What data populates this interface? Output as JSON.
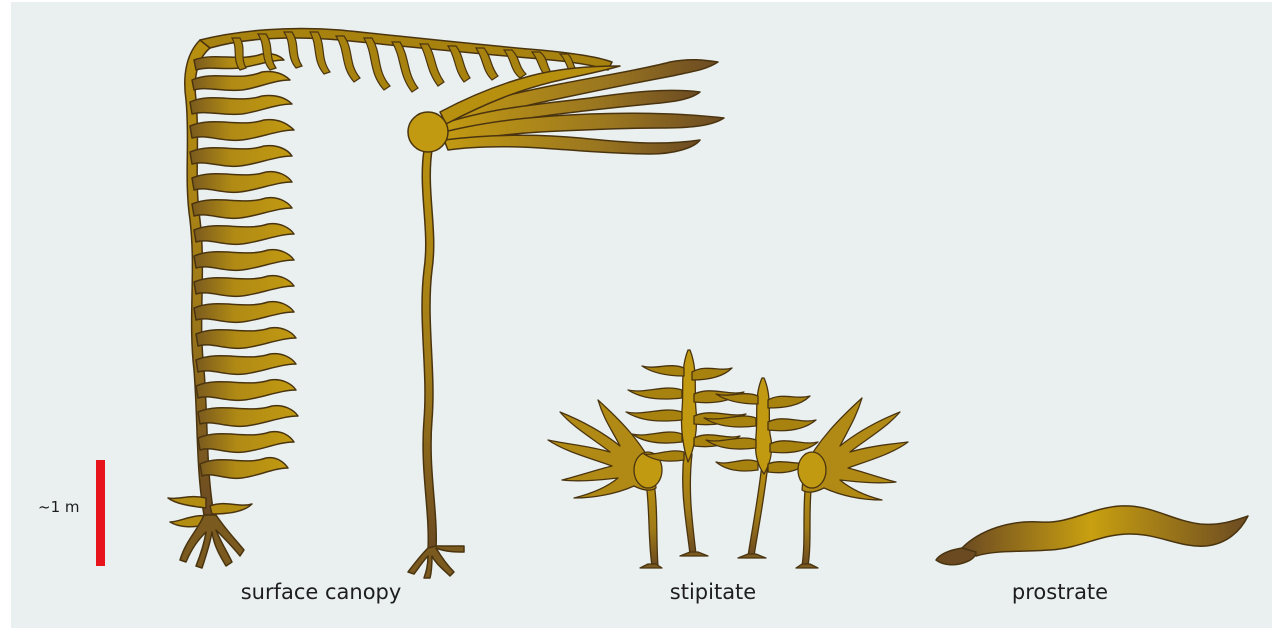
{
  "labels": {
    "surface_canopy": "surface canopy",
    "stipitate": "stipitate",
    "prostrate": "prostrate"
  },
  "scale": {
    "label": "~1 m",
    "color": "#e8141b"
  },
  "colors": {
    "background": "#e9f0ef",
    "kelp_gold": "#c29a12",
    "kelp_dark": "#6b4a22",
    "outline": "#4a3410"
  }
}
